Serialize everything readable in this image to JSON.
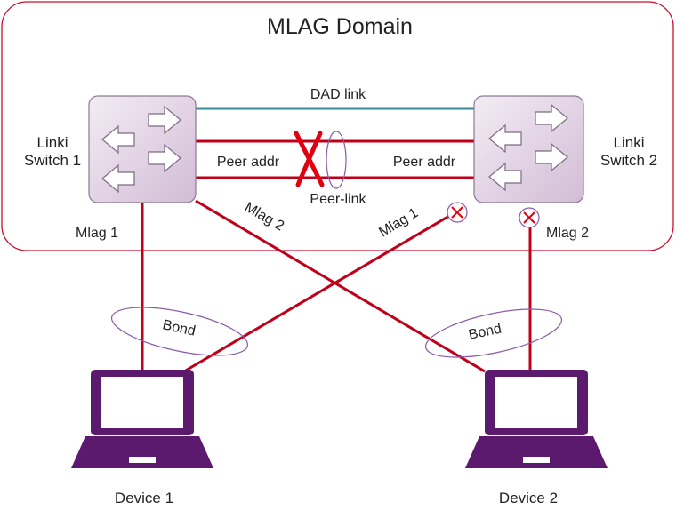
{
  "domain_title": "MLAG Domain",
  "switch1": {
    "label_line1": "Linki",
    "label_line2": "Switch 1"
  },
  "switch2": {
    "label_line1": "Linki",
    "label_line2": "Switch 2"
  },
  "dad_link": "DAD link",
  "peer_addr_left": "Peer addr",
  "peer_addr_right": "Peer addr",
  "peer_link": "Peer-link",
  "mlag1_left": "Mlag 1",
  "mlag2_diag": "Mlag 2",
  "mlag1_diag": "Mlag 1",
  "mlag2_right": "Mlag 2",
  "bond_left": "Bond",
  "bond_right": "Bond",
  "device1": "Device 1",
  "device2": "Device 2",
  "colors": {
    "link_red": "#c00018",
    "dad_teal": "#3a8c96",
    "domain_border": "#c8102e",
    "device_purple": "#5b1a6e",
    "bond_outline": "#8a5aa8",
    "switch_fill": "#e8d8ea"
  },
  "icons": {
    "switch": "network-switch-icon",
    "device": "laptop-icon",
    "failure": "cross-icon"
  }
}
